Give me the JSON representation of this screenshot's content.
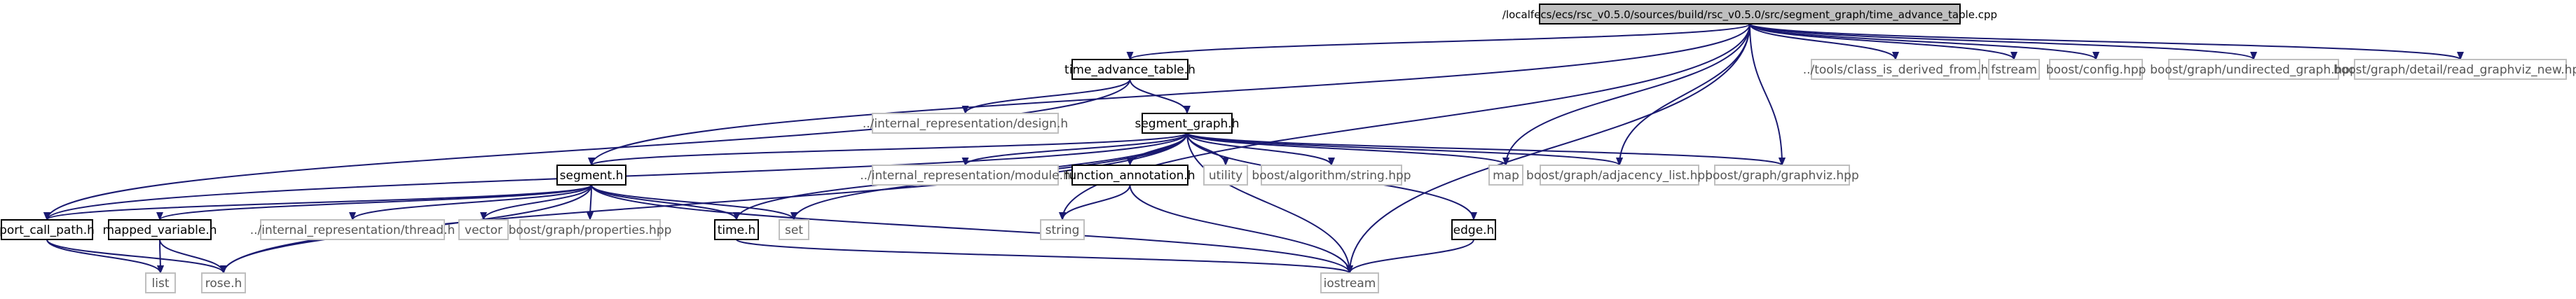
{
  "diagram": {
    "title": "",
    "nodes": [
      {
        "id": "root",
        "label": "/localfecs/ecs/rsc_v0.5.0/sources/build/rsc_v0.5.0/src/segment_graph/time_advance_table.cpp",
        "kind": "root"
      },
      {
        "id": "tat",
        "label": "time_advance_table.h",
        "kind": "local"
      },
      {
        "id": "cls",
        "label": "../tools/class_is_derived_from.h",
        "kind": "external"
      },
      {
        "id": "fstream",
        "label": "fstream",
        "kind": "external"
      },
      {
        "id": "bconfig",
        "label": "boost/config.hpp",
        "kind": "external"
      },
      {
        "id": "bundir",
        "label": "boost/graph/undirected_graph.hpp",
        "kind": "external"
      },
      {
        "id": "bread",
        "label": "boost/graph/detail/read_graphviz_new.hpp",
        "kind": "external"
      },
      {
        "id": "design",
        "label": "../internal_representation/design.h",
        "kind": "external"
      },
      {
        "id": "sg",
        "label": "segment_graph.h",
        "kind": "local"
      },
      {
        "id": "seg",
        "label": "segment.h",
        "kind": "local"
      },
      {
        "id": "module",
        "label": "../internal_representation/module.h",
        "kind": "external"
      },
      {
        "id": "fa",
        "label": "function_annotation.h",
        "kind": "local"
      },
      {
        "id": "utility",
        "label": "utility",
        "kind": "external"
      },
      {
        "id": "balgo",
        "label": "boost/algorithm/string.hpp",
        "kind": "external"
      },
      {
        "id": "map",
        "label": "map",
        "kind": "external"
      },
      {
        "id": "badj",
        "label": "boost/graph/adjacency_list.hpp",
        "kind": "external"
      },
      {
        "id": "bgv",
        "label": "boost/graph/graphviz.hpp",
        "kind": "external"
      },
      {
        "id": "pcp",
        "label": "port_call_path.h",
        "kind": "local"
      },
      {
        "id": "mv",
        "label": "mapped_variable.h",
        "kind": "local"
      },
      {
        "id": "thread",
        "label": "../internal_representation/thread.h",
        "kind": "external"
      },
      {
        "id": "vector",
        "label": "vector",
        "kind": "external"
      },
      {
        "id": "bprop",
        "label": "boost/graph/properties.hpp",
        "kind": "external"
      },
      {
        "id": "timeh",
        "label": "time.h",
        "kind": "local"
      },
      {
        "id": "set",
        "label": "set",
        "kind": "external"
      },
      {
        "id": "string",
        "label": "string",
        "kind": "external"
      },
      {
        "id": "edge",
        "label": "edge.h",
        "kind": "local"
      },
      {
        "id": "list",
        "label": "list",
        "kind": "external"
      },
      {
        "id": "rose",
        "label": "rose.h",
        "kind": "external"
      },
      {
        "id": "iostream",
        "label": "iostream",
        "kind": "external"
      }
    ],
    "edges": [
      [
        "root",
        "tat"
      ],
      [
        "root",
        "cls"
      ],
      [
        "root",
        "fstream"
      ],
      [
        "root",
        "bconfig"
      ],
      [
        "root",
        "bundir"
      ],
      [
        "root",
        "bread"
      ],
      [
        "root",
        "seg"
      ],
      [
        "root",
        "string"
      ],
      [
        "root",
        "map"
      ],
      [
        "root",
        "badj"
      ],
      [
        "root",
        "bgv"
      ],
      [
        "root",
        "iostream"
      ],
      [
        "tat",
        "design"
      ],
      [
        "tat",
        "sg"
      ],
      [
        "tat",
        "pcp"
      ],
      [
        "sg",
        "seg"
      ],
      [
        "sg",
        "module"
      ],
      [
        "sg",
        "fa"
      ],
      [
        "sg",
        "utility"
      ],
      [
        "sg",
        "balgo"
      ],
      [
        "sg",
        "map"
      ],
      [
        "sg",
        "badj"
      ],
      [
        "sg",
        "bgv"
      ],
      [
        "sg",
        "timeh"
      ],
      [
        "sg",
        "set"
      ],
      [
        "sg",
        "edge"
      ],
      [
        "sg",
        "rose"
      ],
      [
        "sg",
        "iostream"
      ],
      [
        "sg",
        "pcp"
      ],
      [
        "seg",
        "pcp"
      ],
      [
        "seg",
        "mv"
      ],
      [
        "seg",
        "thread"
      ],
      [
        "seg",
        "vector"
      ],
      [
        "seg",
        "bprop"
      ],
      [
        "seg",
        "timeh"
      ],
      [
        "seg",
        "set"
      ],
      [
        "seg",
        "rose"
      ],
      [
        "seg",
        "iostream"
      ],
      [
        "fa",
        "string"
      ],
      [
        "fa",
        "iostream"
      ],
      [
        "edge",
        "iostream"
      ],
      [
        "pcp",
        "list"
      ],
      [
        "pcp",
        "rose"
      ],
      [
        "mv",
        "list"
      ],
      [
        "mv",
        "rose"
      ],
      [
        "timeh",
        "iostream"
      ]
    ]
  }
}
